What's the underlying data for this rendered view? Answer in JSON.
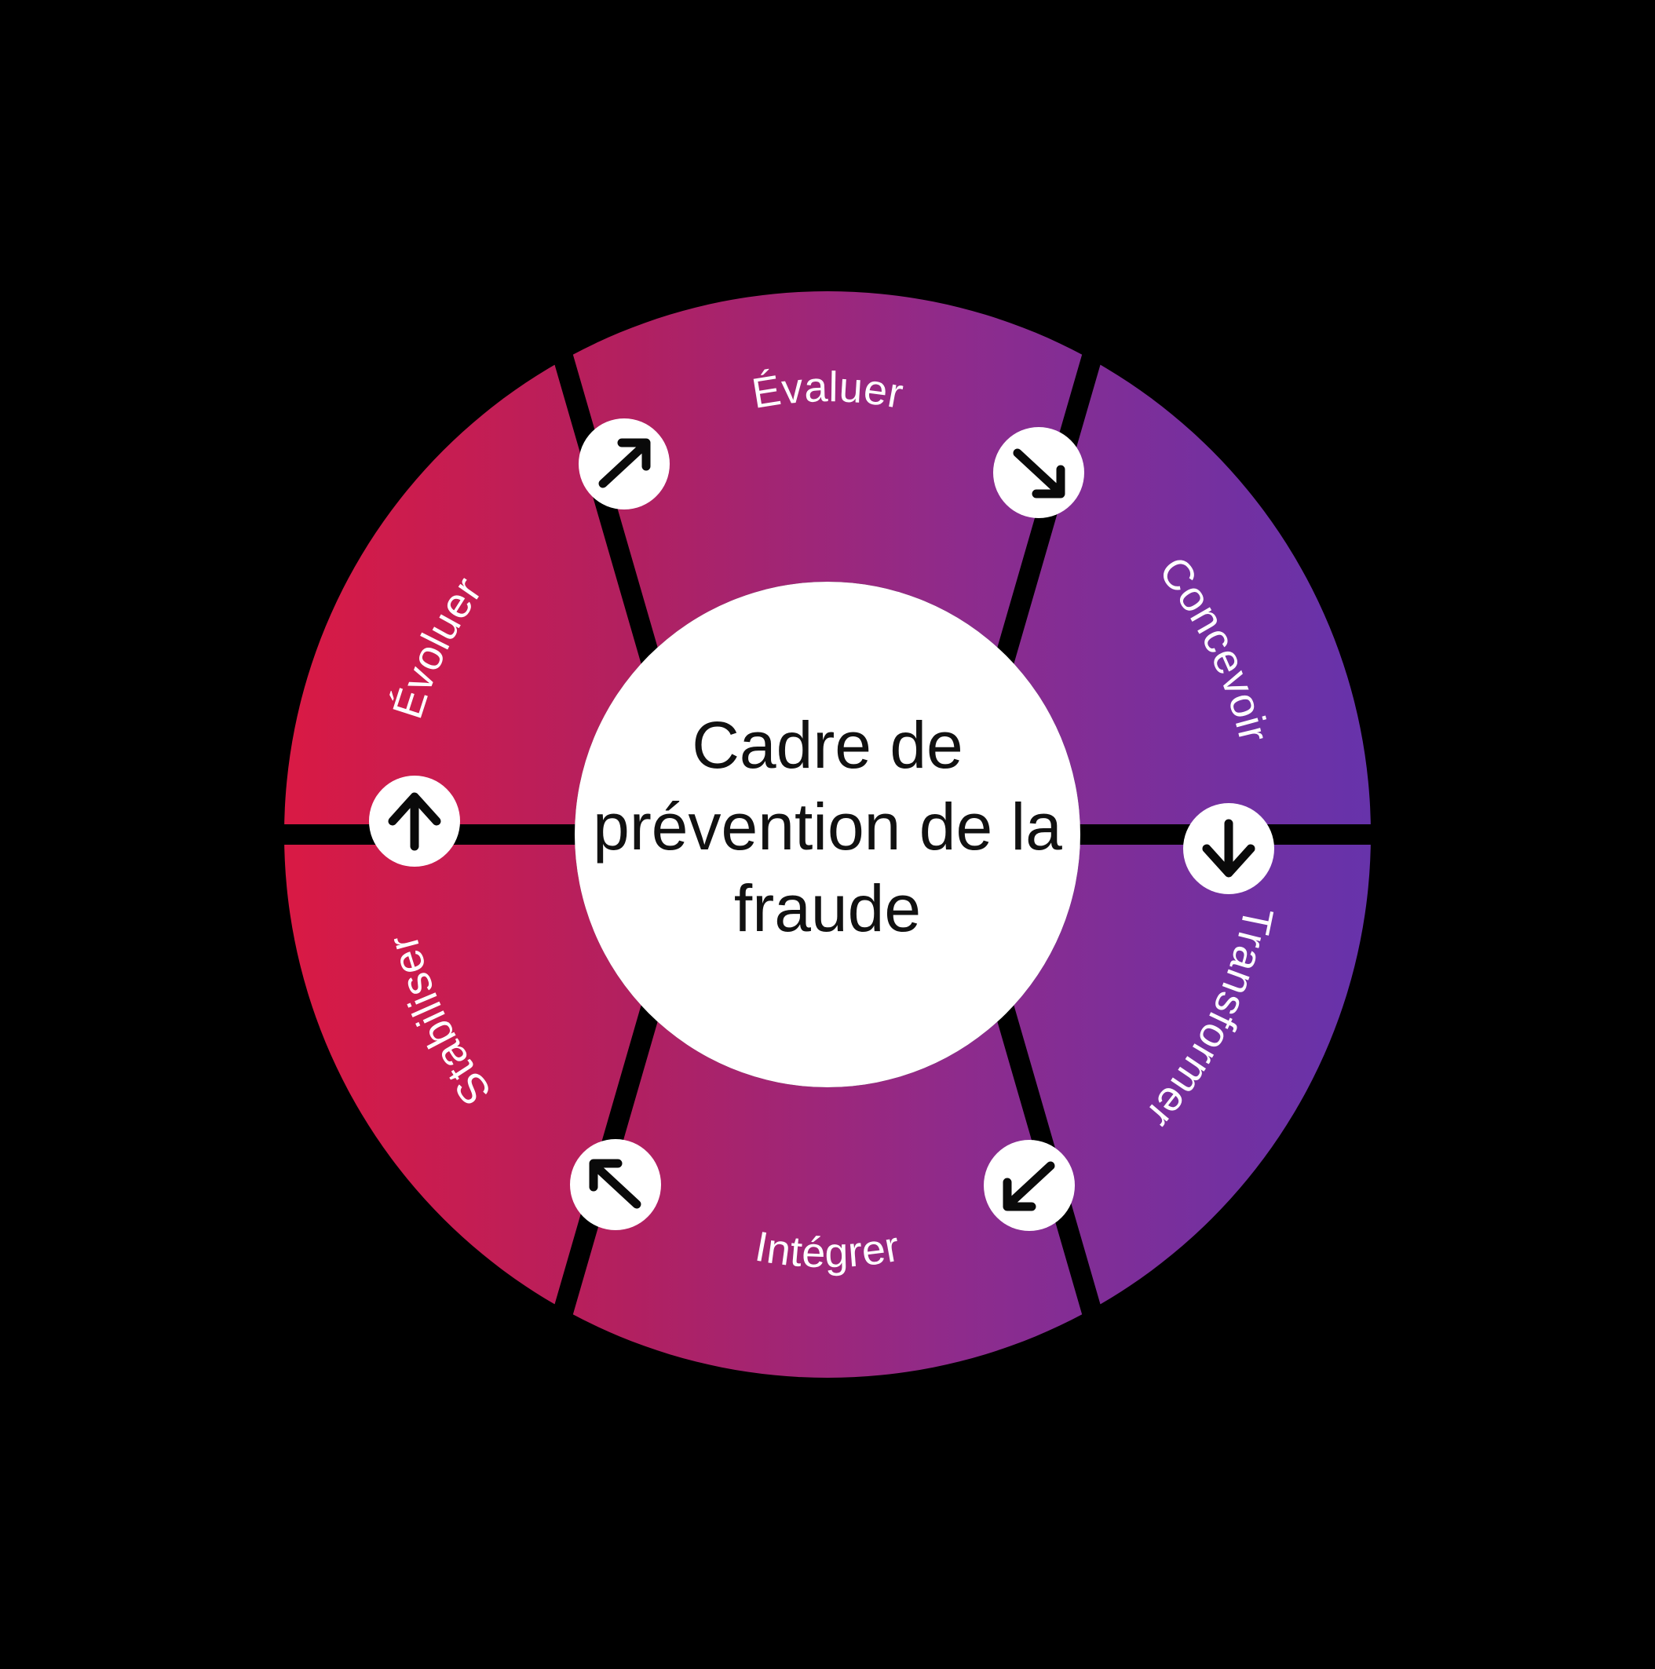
{
  "diagram": {
    "title": "Cadre de prévention de la fraude",
    "center": {
      "lines": [
        "Cadre de",
        "prévention de la",
        "fraude"
      ],
      "full_text": "Cadre de prévention de la fraude"
    },
    "background_color": "#000000",
    "center_fill": "#ffffff",
    "gradient": {
      "start_color": "#E01B39",
      "mid_color": "#B2205C",
      "mid2_color": "#8B2C8F",
      "end_color": "#5738B4"
    },
    "segments": [
      {
        "id": "evaluer",
        "label": "Évaluer",
        "position": "top",
        "label_orientation": "horizontal"
      },
      {
        "id": "concevoir",
        "label": "Concevoir",
        "position": "upper-right",
        "label_orientation": "curved-down"
      },
      {
        "id": "transformer",
        "label": "Transformer",
        "position": "lower-right",
        "label_orientation": "curved-up"
      },
      {
        "id": "integrer",
        "label": "Intégrer",
        "position": "bottom",
        "label_orientation": "horizontal"
      },
      {
        "id": "stabiliser",
        "label": "Stabiliser",
        "position": "lower-left",
        "label_orientation": "curved-down"
      },
      {
        "id": "evoluer",
        "label": "Évoluer",
        "position": "upper-left",
        "label_orientation": "curved-up"
      }
    ],
    "arrows": [
      {
        "id": "arrow-northeast",
        "direction": "north-east",
        "icon": "arrow-northeast-icon",
        "between": "Évoluer → Évaluer"
      },
      {
        "id": "arrow-southeast",
        "direction": "south-east",
        "icon": "arrow-southeast-icon",
        "between": "Évaluer → Concevoir"
      },
      {
        "id": "arrow-south",
        "direction": "south",
        "icon": "arrow-south-icon",
        "between": "Concevoir → Transformer"
      },
      {
        "id": "arrow-southwest",
        "direction": "south-west",
        "icon": "arrow-southwest-icon",
        "between": "Transformer → Intégrer"
      },
      {
        "id": "arrow-northwest",
        "direction": "north-west",
        "icon": "arrow-northwest-icon",
        "between": "Intégrer → Stabiliser"
      },
      {
        "id": "arrow-north",
        "direction": "north",
        "icon": "arrow-north-icon",
        "between": "Stabiliser → Évoluer"
      }
    ]
  }
}
